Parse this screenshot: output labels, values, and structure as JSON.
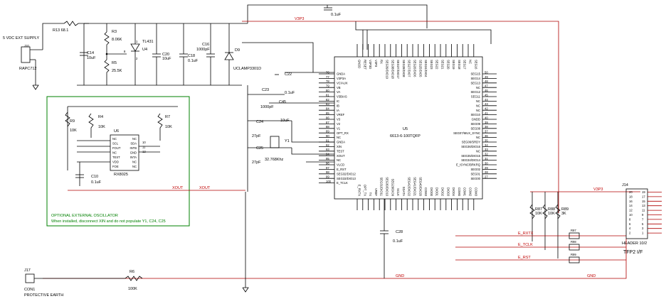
{
  "supply": {
    "label": "5 VDC EXT SUPPLY",
    "connector": "J10",
    "connector_part": "RAPC712"
  },
  "resistors": [
    {
      "ref": "R13",
      "value": "68.1"
    },
    {
      "ref": "R3",
      "value": "8.06K"
    },
    {
      "ref": "R5",
      "value": "25.5K"
    },
    {
      "ref": "R9",
      "value": "10K"
    },
    {
      "ref": "R4",
      "value": "10K"
    },
    {
      "ref": "R7",
      "value": "10K"
    },
    {
      "ref": "R6",
      "value": "100K"
    },
    {
      "ref": "R87",
      "value": "10K"
    },
    {
      "ref": "R88",
      "value": "10K"
    },
    {
      "ref": "R89",
      "value": "3K"
    }
  ],
  "caps": [
    {
      "ref": "C14",
      "value": "10uF"
    },
    {
      "ref": "C20",
      "value": "10uF"
    },
    {
      "ref": "C18",
      "value": "0.1uF"
    },
    {
      "ref": "C16",
      "value": "1000pF"
    },
    {
      "ref": "C22",
      "value": "0.1uF"
    },
    {
      "ref": "C23",
      "value": "1000pF"
    },
    {
      "ref": "C45",
      "value": "10uF"
    },
    {
      "ref": "C24",
      "value": "27pF"
    },
    {
      "ref": "C25",
      "value": "27pF"
    },
    {
      "ref": "C10",
      "value": "0.1uF"
    },
    {
      "ref": "C28",
      "value": "0.1uF"
    },
    {
      "ref": "",
      "value": "0.1uF"
    }
  ],
  "regulator": {
    "ref": "U4",
    "part": "TL431"
  },
  "diode": {
    "ref": "D9",
    "part": "UCLAMP3301D"
  },
  "crystal": {
    "ref": "Y1",
    "value": "32.768Khz"
  },
  "rtc": {
    "ref": "U6",
    "part": "RX8025",
    "left_pins": [
      "NC",
      "SCL",
      "FOUT",
      "NC",
      "TEST",
      "VDD",
      "FOE"
    ],
    "right_pins": [
      "NC",
      "SDA",
      "INTB",
      "GND",
      "INTA",
      "NC",
      "NC"
    ],
    "right_nums": [
      "10",
      "11",
      "12"
    ]
  },
  "osc_box": {
    "line1": "OPTIONAL EXTERNAL OSCILLATOR",
    "line2": "When installed, disconnect XIN and do not populate Y1, C24, C25"
  },
  "mcu": {
    "ref": "U5",
    "part": "6613-6-100TQFP",
    "left_pins": [
      "GNDA",
      "V3P3A",
      "VC/AUX",
      "VB",
      "VA",
      "V3BIAS",
      "IC",
      "IB",
      "IA",
      "VREF",
      "V3",
      "V2",
      "V1",
      "OPT_RX",
      "NC",
      "GNDA",
      "XIN",
      "TEST",
      "XOUT",
      "NC",
      "VLCD",
      "E_RST",
      "SEG32/DIO12",
      "SEG33/DIO13",
      "E_TCLK"
    ],
    "left_nums": [
      "76",
      "77",
      "78",
      "79",
      "80",
      "81",
      "82",
      "83",
      "84",
      "85",
      "86",
      "87",
      "88",
      "89",
      "90",
      "91",
      "92",
      "93",
      "94",
      "95",
      "96",
      "97",
      "98",
      "99",
      "100"
    ],
    "right_pins": [
      "SEG15",
      "SEG14",
      "SEG13",
      "NC",
      "SEG12",
      "SEG11",
      "NC",
      "NC",
      "NC",
      "SEG10",
      "GNDD",
      "SEG09",
      "SEG08",
      "SEG07/MUX_SYNC",
      "NC",
      "SEG06/SRDY",
      "SEG36/DIO16",
      "NC",
      "SEG35/DIO15",
      "SEG34/DIO14",
      "E_ISYNC/BRKRQ",
      "SEG02",
      "SEG01",
      "SEG00"
    ],
    "right_nums": [
      "50",
      "49",
      "48",
      "47",
      "46",
      "45",
      "44",
      "43",
      "42",
      "41",
      "40",
      "39",
      "38",
      "37",
      "36",
      "35",
      "34",
      "33",
      "32",
      "31",
      "30",
      "29",
      "28",
      "27"
    ],
    "top_pins": [
      "GNDD",
      "RESET",
      "V3P3D",
      "V3P3",
      "RX",
      "SEG39/DIO19",
      "SEG38/DIO18",
      "SEG37/DIO17",
      "SEG28/DIO8",
      "SEG27/DIO7",
      "SEG26/DIO6",
      "SEG25/DIO5",
      "SEG24/DIO4",
      "SEG23",
      "SEG22",
      "SEG21",
      "SEG20",
      "SEG19",
      "SEG18",
      "SEG17",
      "NC",
      "SEG16"
    ],
    "bottom_pins": [
      "E_RXTX",
      "OPT_TX",
      "TX",
      "VREF",
      "SEG31/DIO11",
      "SEG30/DIO10",
      "SEG29/DIO9",
      "SCLK",
      "SDATA",
      "SEG42/DIO22",
      "SEG41/DIO21",
      "SEG40/DIO20",
      "COM3",
      "DIO00",
      "DIO01",
      "DIO02",
      "DIO03",
      "DIO04",
      "COM0",
      "COM1",
      "COM2",
      "COM3"
    ]
  },
  "header": {
    "ref": "J14",
    "part": "HEADER 10/2",
    "title": "TFP2 I/F",
    "left_nums": [
      "20",
      "18",
      "16",
      "14",
      "12",
      "10",
      "8",
      "6",
      "4",
      "2"
    ],
    "right_nums": [
      "19",
      "17",
      "15",
      "13",
      "11",
      "9",
      "7",
      "5",
      "3",
      "1"
    ]
  },
  "series_res": [
    "R97",
    "R98",
    "R99"
  ],
  "nets": {
    "v3p3": "V3P3",
    "gnd": "GND",
    "xout": "XOUT",
    "e_rxtx": "E_RXTX",
    "e_tclk": "E_TCLK",
    "e_rst": "E_RST"
  },
  "earth": {
    "ref": "J17",
    "part": "CON1",
    "label": "PROTECTIVE EARTH"
  },
  "colors": {
    "wire": "#000000",
    "net": "#c00000",
    "box": "#008000"
  }
}
